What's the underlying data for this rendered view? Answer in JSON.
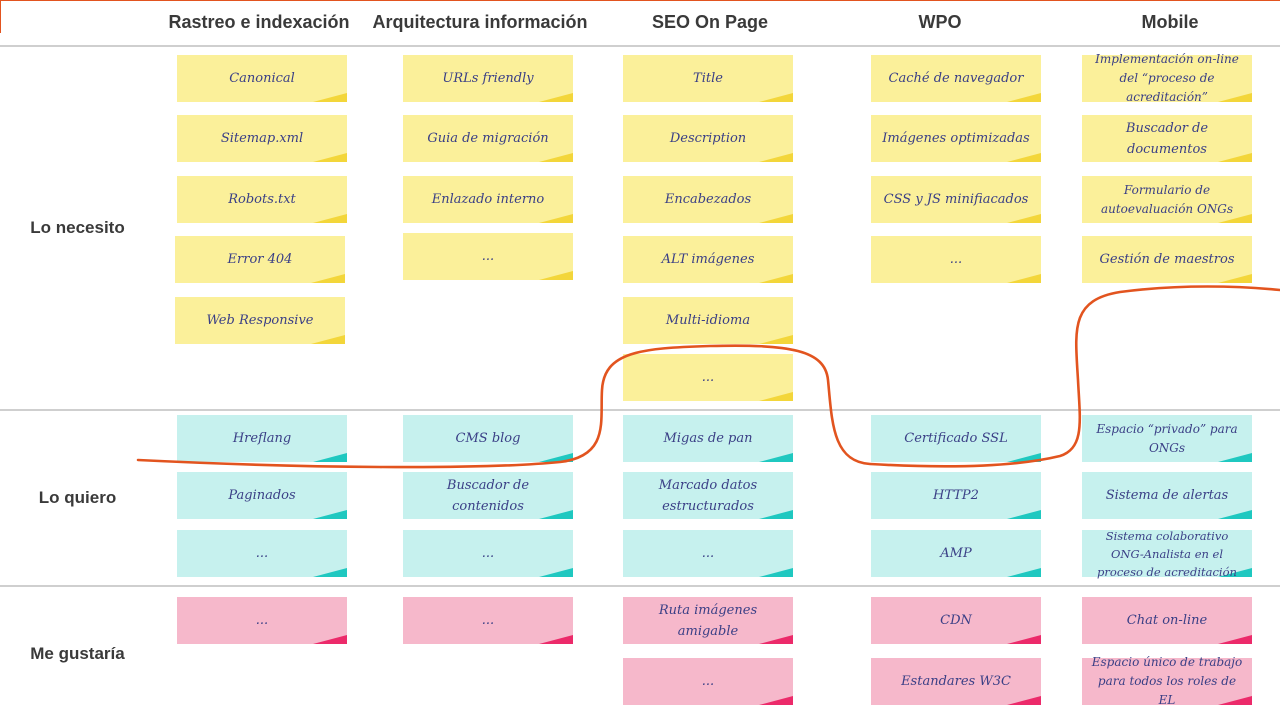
{
  "columns": [
    "Rastreo e indexación",
    "Arquitectura información",
    "SEO On Page",
    "WPO",
    "Mobile"
  ],
  "rows": [
    "Lo necesito",
    "Lo quiero",
    "Me gustaría"
  ],
  "notes": {
    "necesito": {
      "rastreo": [
        "Canonical",
        "Sitemap.xml",
        "Robots.txt",
        "Error 404",
        "Web Responsive"
      ],
      "arquitectura": [
        "URLs friendly",
        "Guia de migración",
        "Enlazado interno",
        "..."
      ],
      "seo": [
        "Title",
        "Description",
        "Encabezados",
        "ALT imágenes",
        "Multi-idioma",
        "..."
      ],
      "wpo": [
        "Caché de navegador",
        "Imágenes optimizadas",
        "CSS y JS minifiacados",
        "..."
      ],
      "mobile": [
        "Implementación on-line del “proceso de acreditación”",
        "Buscador de documentos",
        "Formulario de autoevaluación ONGs",
        "Gestión de maestros"
      ]
    },
    "quiero": {
      "rastreo": [
        "Hreflang",
        "Paginados",
        "..."
      ],
      "arquitectura": [
        "CMS blog",
        "Buscador de contenidos",
        "..."
      ],
      "seo": [
        "Migas de pan",
        "Marcado datos estructurados",
        "..."
      ],
      "wpo": [
        "Certificado SSL",
        "HTTP2",
        "AMP"
      ],
      "mobile": [
        "Espacio “privado” para ONGs",
        "Sistema de alertas",
        "Sistema colaborativo ONG-Analista en el proceso de acreditación"
      ]
    },
    "gustaria": {
      "rastreo": [
        "..."
      ],
      "arquitectura": [
        "..."
      ],
      "seo": [
        "Ruta imágenes amigable",
        "..."
      ],
      "wpo": [
        "CDN",
        "Estandares W3C"
      ],
      "mobile": [
        "Chat on-line",
        "Espacio único de trabajo para todos los roles de EL"
      ]
    }
  },
  "colors": {
    "yellow_note": "#fbf09a",
    "cyan_note": "#c6f1ee",
    "pink_note": "#f6b8cb",
    "divider_curve": "#e2541f",
    "note_text": "#3a3f86"
  }
}
